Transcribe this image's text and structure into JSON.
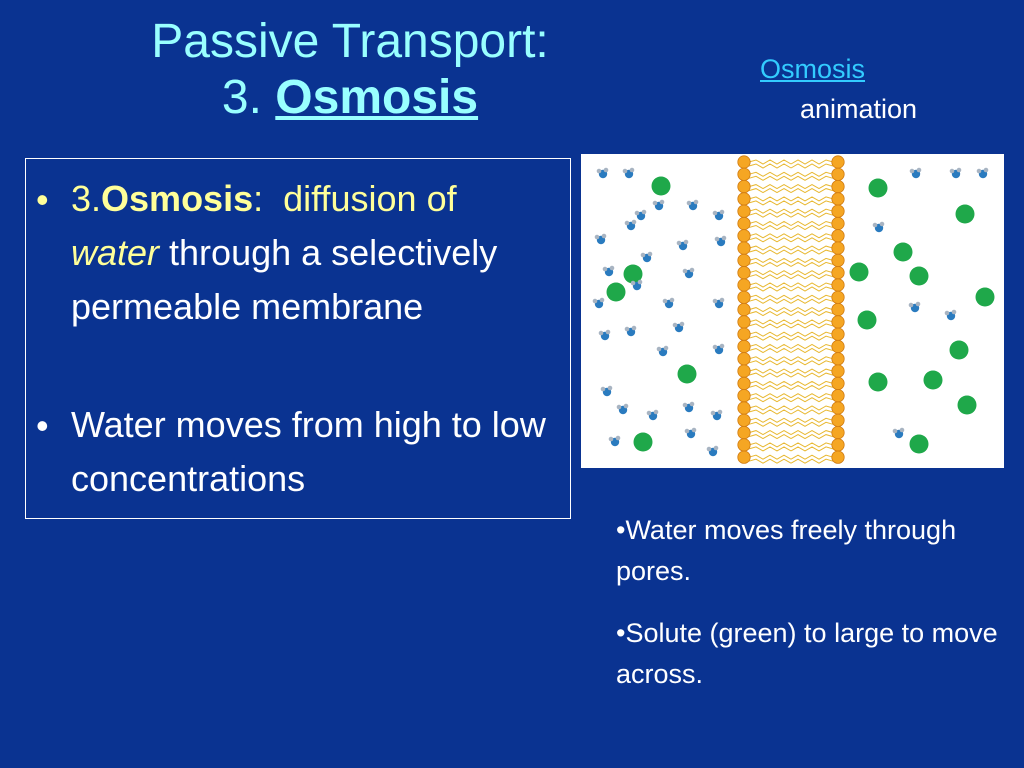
{
  "title": {
    "line1": "Passive Transport:",
    "line2_prefix": "3. ",
    "line2_emph": "Osmosis"
  },
  "animation": {
    "link_label": "Osmosis",
    "word": "animation"
  },
  "definition": {
    "bullet": "•",
    "num": "3.",
    "term": "Osmosis",
    "colon": ":",
    "phrase": "  diffusion of",
    "water": "water",
    "rest": " through a selectively permeable membrane"
  },
  "bullet2": {
    "bullet": "•",
    "text": "Water moves from high to low concentrations"
  },
  "notes": [
    "•Water moves freely through pores.",
    "•Solute (green) to large to move across."
  ],
  "colors": {
    "background": "#0a3391",
    "title": "#99ffff",
    "highlight": "#ffff99",
    "link": "#33ccff",
    "solute": "#1fa84a",
    "membrane_head": "#f5a623",
    "water_molecule": "#2a7bbf"
  }
}
